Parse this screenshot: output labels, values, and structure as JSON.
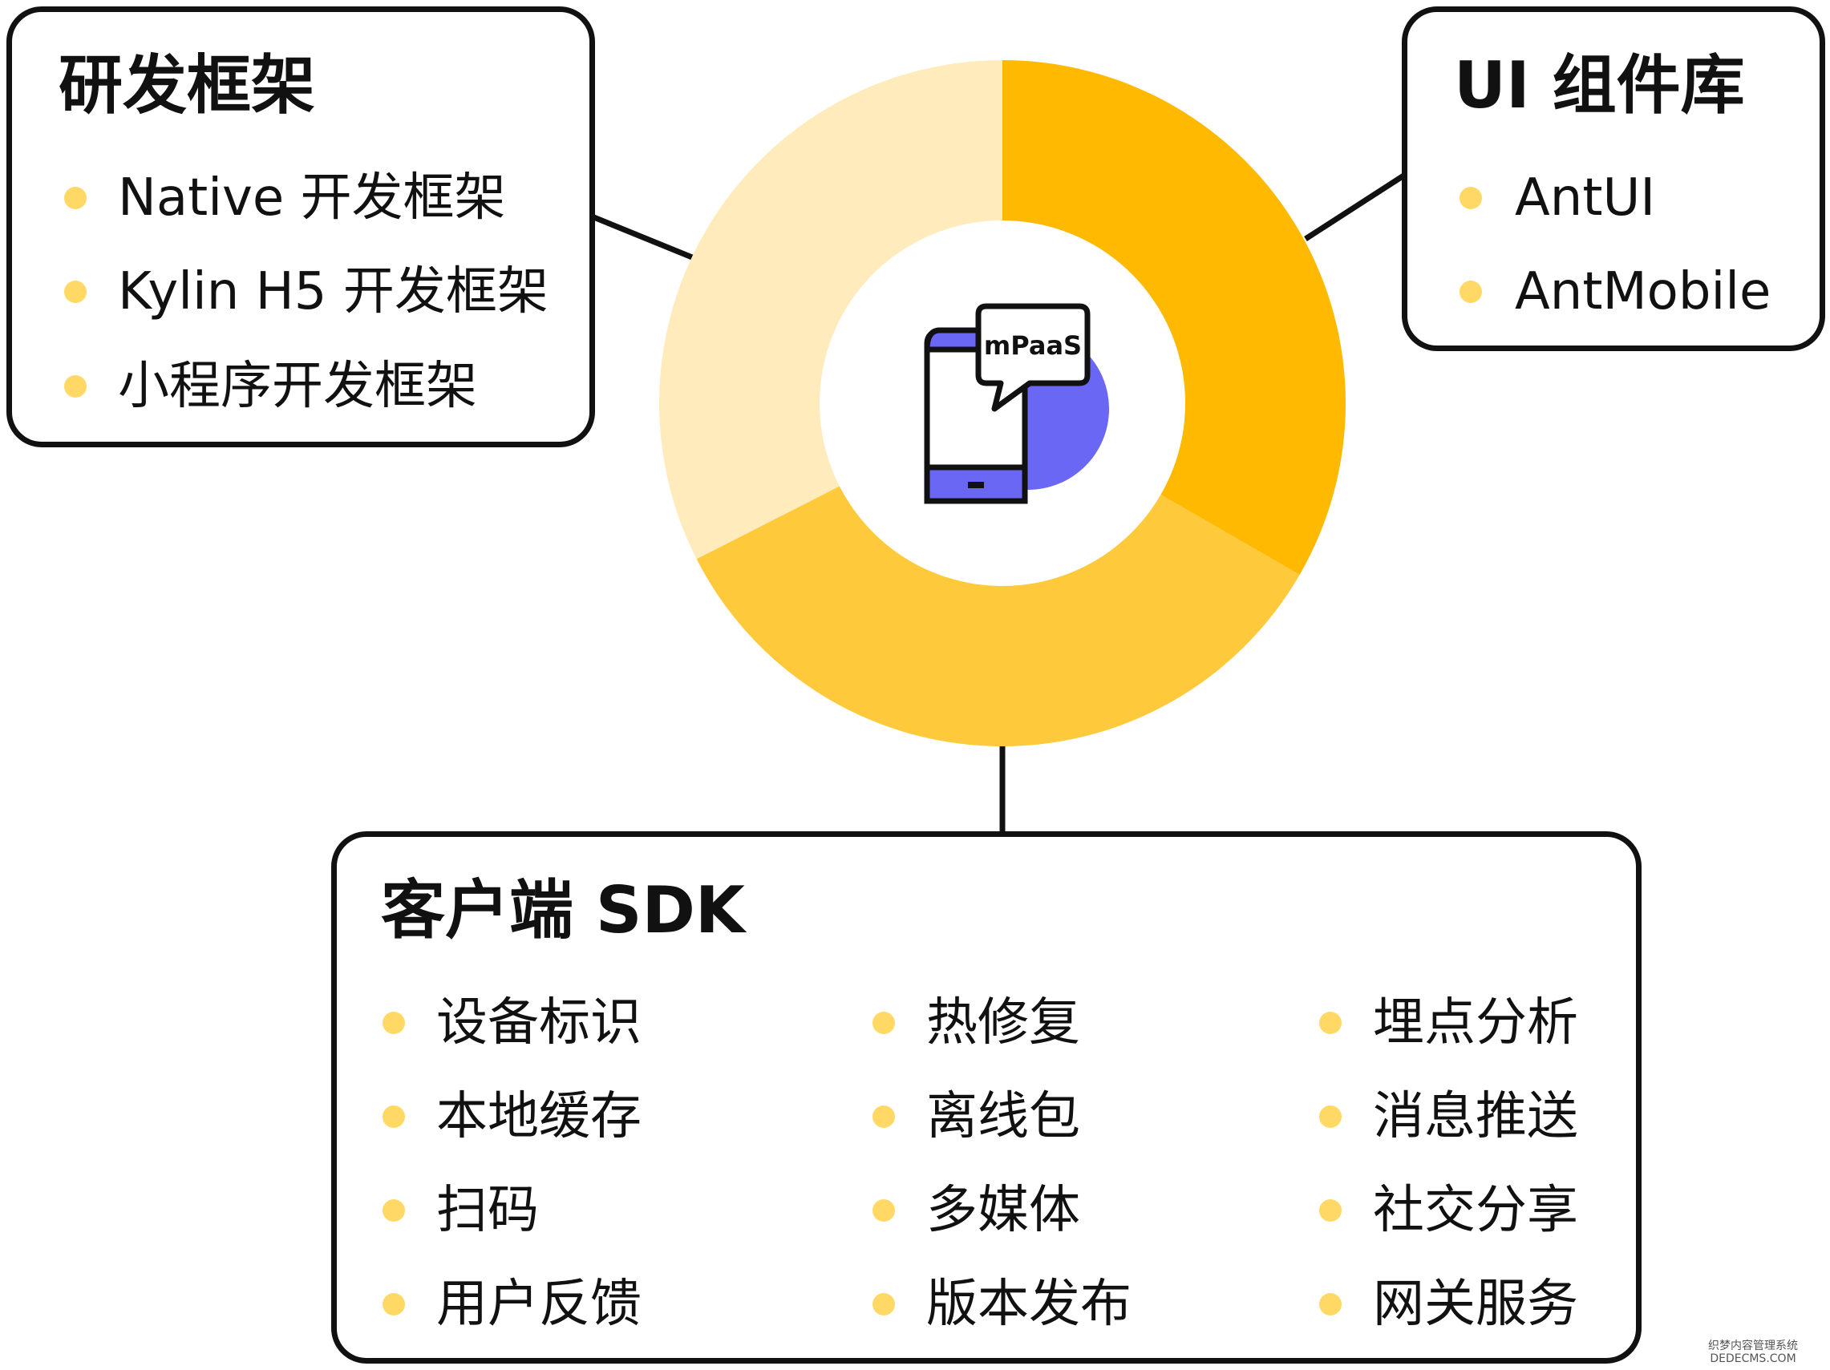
{
  "colors": {
    "segment_dark": "#FFB900",
    "segment_mid": "#FFC93C",
    "segment_light": "#FFEBBC",
    "bullet": "#FFD866",
    "accent_circle": "#6B67F5",
    "stroke": "#111111"
  },
  "center": {
    "icon": "phone-chat-icon",
    "bubble_label": "mPaaS"
  },
  "dev_framework": {
    "title": "研发框架",
    "items": [
      "Native 开发框架",
      "Kylin H5 开发框架",
      "小程序开发框架"
    ]
  },
  "ui_library": {
    "title": "UI 组件库",
    "items": [
      "AntUI",
      "AntMobile"
    ]
  },
  "client_sdk": {
    "title": "客户端 SDK",
    "columns": [
      [
        "设备标识",
        "本地缓存",
        "扫码",
        "用户反馈"
      ],
      [
        "热修复",
        "离线包",
        "多媒体",
        "版本发布"
      ],
      [
        "埋点分析",
        "消息推送",
        "社交分享",
        "网关服务"
      ]
    ]
  },
  "watermark": {
    "line1": "织梦内容管理系统",
    "line2": "DEDECMS.COM"
  }
}
